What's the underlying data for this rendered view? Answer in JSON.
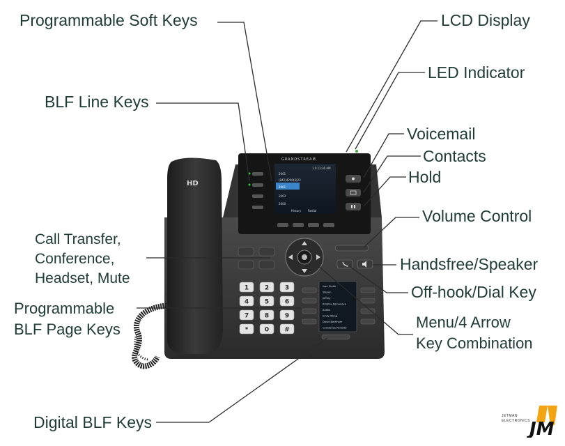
{
  "callouts": {
    "programmable_soft_keys": "Programmable Soft Keys",
    "lcd_display": "LCD Display",
    "led_indicator": "LED Indicator",
    "blf_line_keys": "BLF Line Keys",
    "voicemail": "Voicemail",
    "contacts": "Contacts",
    "hold": "Hold",
    "volume_control": "Volume Control",
    "call_transfer": "Call Transfer,\nConference,\nHeadset, Mute",
    "handsfree_speaker": "Handsfree/Speaker",
    "offhook_dial": "Off-hook/Dial Key",
    "programmable_blf_page_keys": "Programmable\nBLF Page Keys",
    "menu_arrow": "Menu/4 Arrow\nKey Combination",
    "digital_blf_keys": "Digital BLF Keys"
  },
  "phone": {
    "handset_label": "HD",
    "brand": "GRANDSTREAM",
    "screen_time": "1 0  11:30 AM",
    "screen_lines": [
      "2001",
      "(842)4200(6)23",
      "2001",
      "2003",
      "2000"
    ],
    "screen_softkeys": [
      "History",
      "Redial"
    ],
    "blf_entries": [
      "Ivan Smith",
      "Steven",
      "Jeffrey",
      "Kristina Romanova",
      "Austin",
      "Emily Wang",
      "David Beckham",
      "Constance Ronaldo"
    ],
    "keypad": [
      [
        "1",
        "2",
        "3"
      ],
      [
        "4",
        "5",
        "6"
      ],
      [
        "7",
        "8",
        "9"
      ],
      [
        "*",
        "0",
        "#"
      ]
    ]
  },
  "logo": {
    "word1": "JETMAN",
    "word2": "ELECTRONICS",
    "mark": "JM",
    "colors": {
      "accent": "#f2a413",
      "dark": "#111111"
    }
  }
}
